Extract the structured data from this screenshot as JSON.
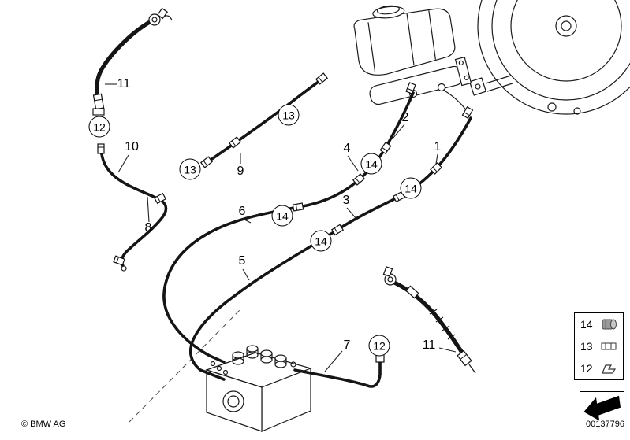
{
  "footer": {
    "copyright": "© BMW AG",
    "doc_number": "00137796"
  },
  "callouts": {
    "plain": [
      {
        "id": "11-front-hose",
        "text": "11"
      },
      {
        "id": "10-pipe",
        "text": "10"
      },
      {
        "id": "9-pipe",
        "text": "9"
      },
      {
        "id": "2-pipe",
        "text": "2"
      },
      {
        "id": "4-pipe",
        "text": "4"
      },
      {
        "id": "1-pipe",
        "text": "1"
      },
      {
        "id": "3-pipe",
        "text": "3"
      },
      {
        "id": "6-pipe",
        "text": "6"
      },
      {
        "id": "5-pipe",
        "text": "5"
      },
      {
        "id": "8-pipe",
        "text": "8"
      },
      {
        "id": "7-pipe",
        "text": "7"
      },
      {
        "id": "11-rear-hose",
        "text": "11"
      }
    ],
    "circled": [
      {
        "id": "12-clip-a",
        "text": "12"
      },
      {
        "id": "13-clip-a",
        "text": "13"
      },
      {
        "id": "13-clip-b",
        "text": "13"
      },
      {
        "id": "14-nut-a",
        "text": "14"
      },
      {
        "id": "14-nut-b",
        "text": "14"
      },
      {
        "id": "14-nut-c",
        "text": "14"
      },
      {
        "id": "14-nut-d",
        "text": "14"
      },
      {
        "id": "12-clip-b",
        "text": "12"
      }
    ]
  },
  "legend": {
    "items": [
      {
        "number": "14",
        "icon": "union-nut-icon"
      },
      {
        "number": "13",
        "icon": "pipe-connector-icon"
      },
      {
        "number": "12",
        "icon": "clip-bracket-icon"
      }
    ],
    "direction_arrow": "driving-direction-arrow-icon"
  }
}
